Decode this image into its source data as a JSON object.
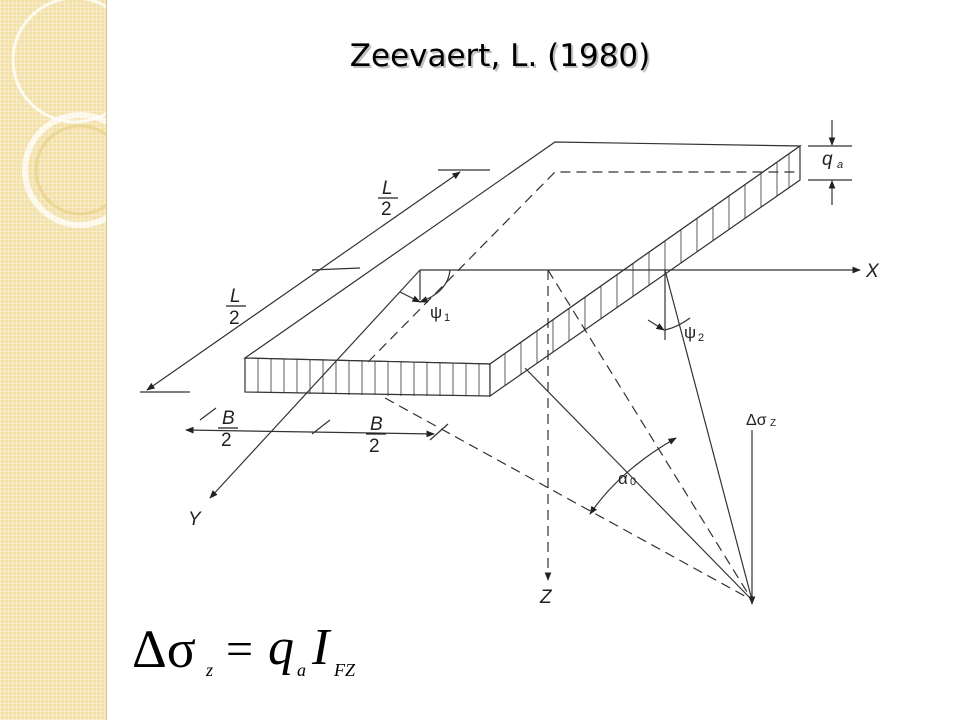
{
  "slide": {
    "title": "Zeevaert, L. (1980)"
  },
  "diagram": {
    "labels": {
      "L_num": "L",
      "L_den": "2",
      "B_num": "B",
      "B_den": "2",
      "x_axis": "X",
      "y_axis": "Y",
      "z_axis": "Z",
      "qa_q": "q",
      "qa_sub": "a",
      "psi1": "ψ",
      "psi1_sub": "1",
      "psi2": "ψ",
      "psi2_sub": "2",
      "alpha": "α",
      "alpha_sub": "0",
      "dsigma": "Δσ",
      "dsigma_sub": "Z"
    }
  },
  "formula": {
    "delta_sigma": "Δσ",
    "sub_z": "z",
    "equals": "=",
    "q": "q",
    "sub_a": "a",
    "I": "I",
    "sub_FZ": "FZ"
  },
  "colors": {
    "band": "#f3dfa8",
    "line": "#333333"
  }
}
